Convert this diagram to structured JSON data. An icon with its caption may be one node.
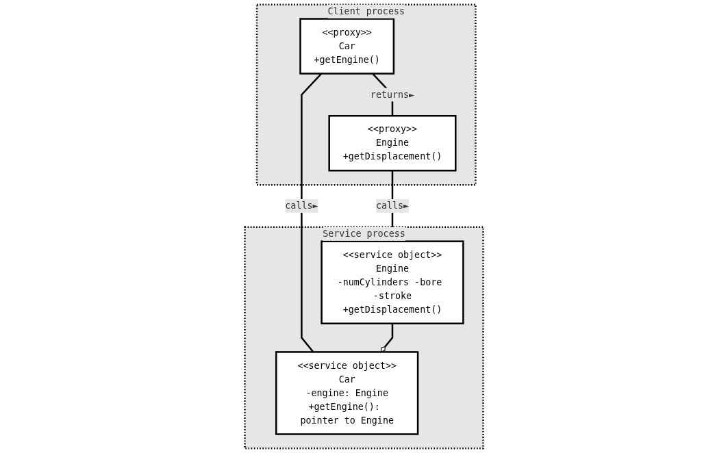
{
  "diagram": {
    "nodes": [
      {
        "text": [
          "Client process"
        ]
      },
      {
        "text": [
          "<<proxy>>",
          "Car",
          "+getEngine()"
        ],
        "in": 0
      },
      {
        "text": [
          "<<proxy>>",
          "Engine",
          "+getDisplacement()"
        ],
        "in": 0
      },
      {
        "text": [
          "Service process"
        ]
      },
      {
        "text": [
          "<<service object>>",
          "Car",
          "-engine: Engine",
          "+getEngine(): pointer to Engine"
        ],
        "in": 3
      },
      {
        "text": [
          "<<service object>>",
          "Engine",
          "-numCylinders -bore -stroke",
          "+getDisplacement()"
        ],
        "in": 3
      }
    ],
    "edges": [
      {
        "from": 1,
        "to": 2,
        "arrow": "none",
        "label": "returns►"
      },
      {
        "from": 1,
        "to": 4,
        "arrow": "none",
        "label": "calls►"
      },
      {
        "from": 2,
        "to": 5,
        "arrow": "none",
        "label": "calls►"
      },
      {
        "from": 5,
        "to": 4,
        "arrow": "other"
      }
    ]
  }
}
